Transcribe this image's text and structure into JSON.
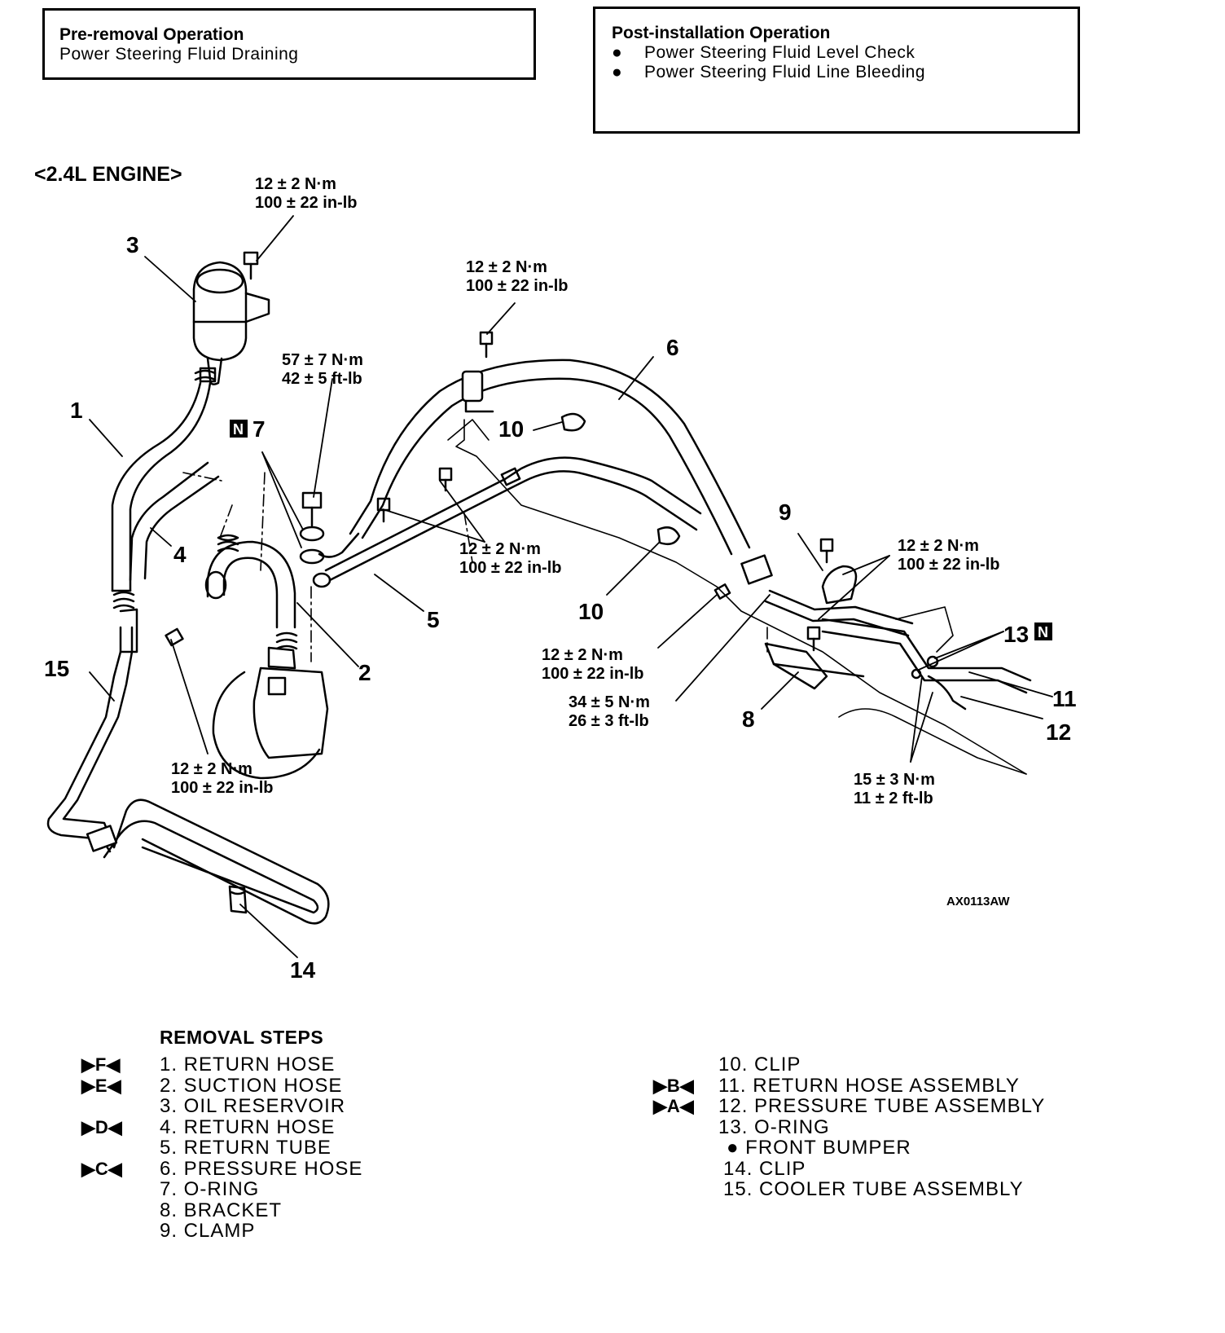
{
  "pre_removal": {
    "title": "Pre-removal Operation",
    "items": [
      "Power Steering Fluid Draining"
    ]
  },
  "post_installation": {
    "title": "Post-installation Operation",
    "items": [
      "Power Steering Fluid Level Check",
      "Power Steering Fluid Line Bleeding"
    ]
  },
  "diagram": {
    "engine_label": "<2.4L ENGINE>",
    "figure_id": "AX0113AW",
    "new_part_mark": "N",
    "torques": {
      "t_reservoir": [
        "12 ± 2 N·m",
        "100 ± 22 in-lb"
      ],
      "t_clamp6": [
        "12 ± 2 N·m",
        "100 ± 22 in-lb"
      ],
      "t_bolt57": [
        "57 ± 7 N·m",
        "42 ± 5 ft-lb"
      ],
      "t_tube5": [
        "12 ± 2 N·m",
        "100 ± 22 in-lb"
      ],
      "t_clamp9": [
        "12 ± 2 N·m",
        "100 ± 22 in-lb"
      ],
      "t_bracket": [
        "12 ± 2 N·m",
        "100 ± 22 in-lb"
      ],
      "t_flare": [
        "34 ± 5 N·m",
        "26 ± 3 ft-lb"
      ],
      "t_rack": [
        "15 ± 3 N·m",
        "11 ± 2 ft-lb"
      ],
      "t_cooler": [
        "12 ± 2 N·m",
        "100 ± 22 in-lb"
      ]
    },
    "callouts": {
      "c1": "1",
      "c2": "2",
      "c3": "3",
      "c4": "4",
      "c5": "5",
      "c6": "6",
      "c7": "7",
      "c8": "8",
      "c9": "9",
      "c10a": "10",
      "c10b": "10",
      "c11": "11",
      "c12": "12",
      "c13": "13",
      "c14": "14",
      "c15": "15"
    }
  },
  "removal_steps": {
    "heading": "REMOVAL STEPS",
    "left": [
      {
        "marker": "▶F◀",
        "text": "1. RETURN HOSE"
      },
      {
        "marker": "▶E◀",
        "text": "2. SUCTION HOSE"
      },
      {
        "marker": "",
        "text": "3. OIL RESERVOIR"
      },
      {
        "marker": "▶D◀",
        "text": "4. RETURN HOSE"
      },
      {
        "marker": "",
        "text": "5. RETURN TUBE"
      },
      {
        "marker": "▶C◀",
        "text": "6. PRESSURE HOSE"
      },
      {
        "marker": "",
        "text": "7. O-RING"
      },
      {
        "marker": "",
        "text": "8. BRACKET"
      },
      {
        "marker": "",
        "text": "9. CLAMP"
      }
    ],
    "right": [
      {
        "marker": "",
        "text": "10. CLIP"
      },
      {
        "marker": "▶B◀",
        "text": "11. RETURN HOSE ASSEMBLY"
      },
      {
        "marker": "▶A◀",
        "text": "12. PRESSURE TUBE ASSEMBLY"
      },
      {
        "marker": "",
        "text": "13. O-RING"
      },
      {
        "marker": "",
        "text": "● FRONT BUMPER"
      },
      {
        "marker": "",
        "text": "14. CLIP"
      },
      {
        "marker": "",
        "text": "15. COOLER TUBE ASSEMBLY"
      }
    ]
  }
}
